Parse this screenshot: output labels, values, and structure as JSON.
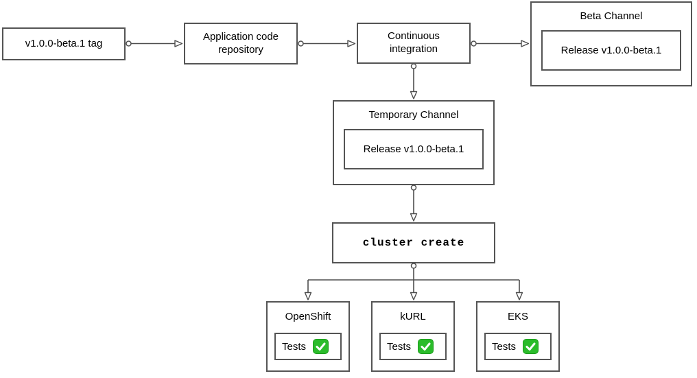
{
  "diagram": {
    "nodes": {
      "tag": {
        "label": "v1.0.0-beta.1 tag"
      },
      "app_repo": {
        "label": "Application code repository"
      },
      "ci": {
        "label": "Continuous integration"
      },
      "beta_channel": {
        "title": "Beta Channel",
        "release_label": "Release v1.0.0-beta.1"
      },
      "temp_channel": {
        "title": "Temporary Channel",
        "release_label": "Release v1.0.0-beta.1"
      },
      "cluster_create": {
        "label": "cluster create"
      },
      "clusters": [
        {
          "label": "OpenShift",
          "tests_label": "Tests",
          "status_icon": "check-icon",
          "status_glyph": "✅"
        },
        {
          "label": "kURL",
          "tests_label": "Tests",
          "status_icon": "check-icon",
          "status_glyph": "✅"
        },
        {
          "label": "EKS",
          "tests_label": "Tests",
          "status_icon": "check-icon",
          "status_glyph": "✅"
        }
      ]
    },
    "colors": {
      "box_border": "#545454",
      "connector": "#4d4d4d",
      "check_green": "#2bbc2b",
      "check_green_dark": "#1d9c1d",
      "background": "#ffffff",
      "text": "#000000"
    }
  }
}
